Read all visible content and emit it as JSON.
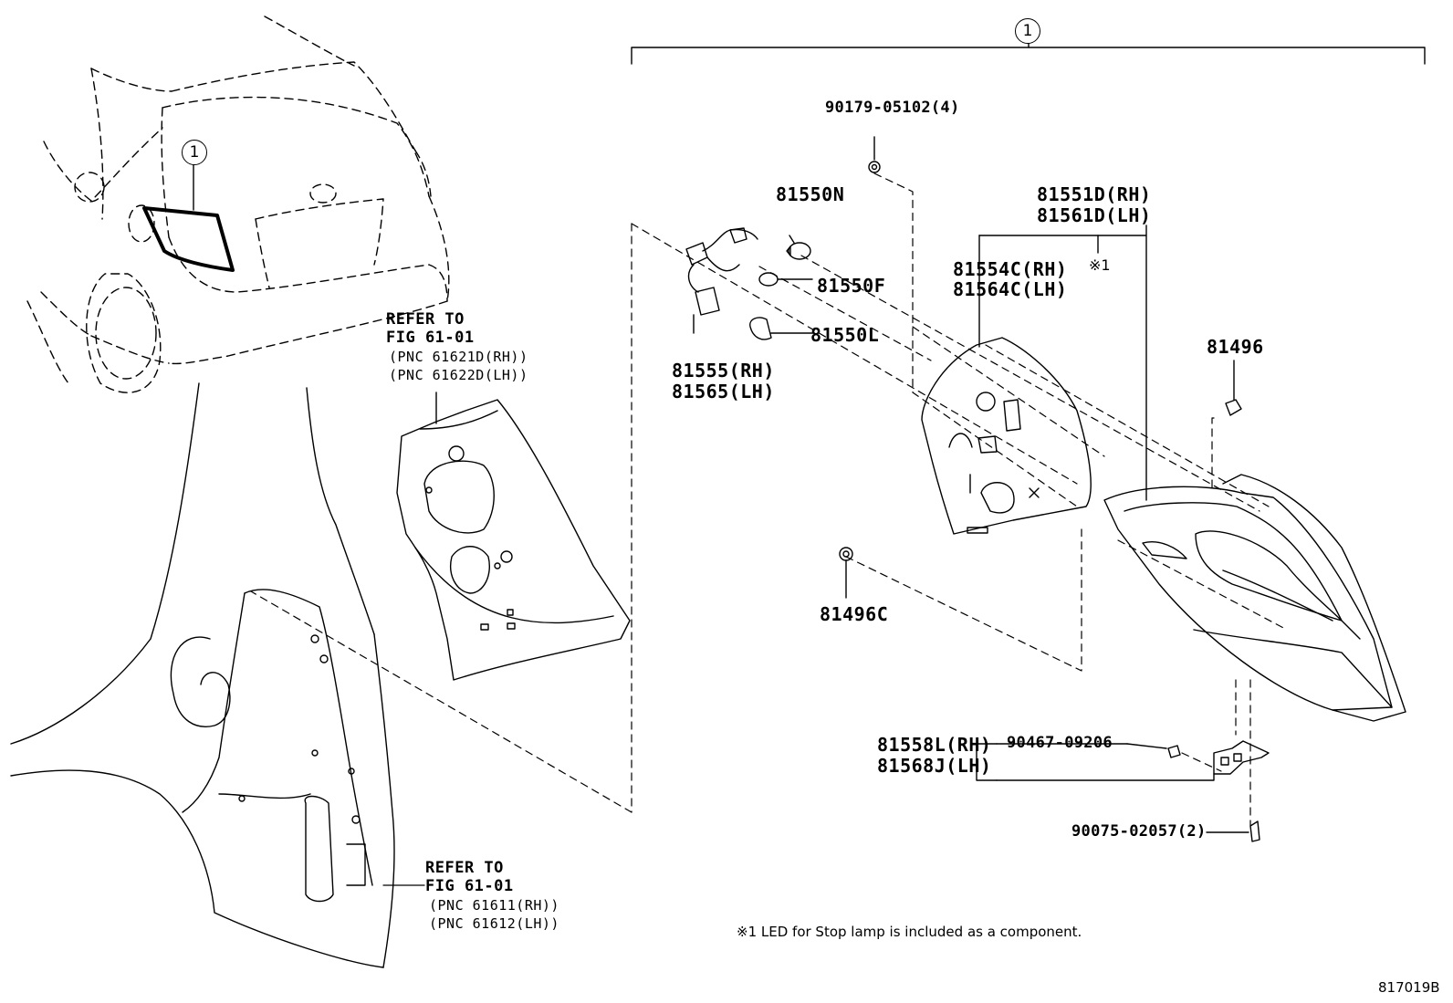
{
  "figure_code": "817019B",
  "assembly_marker": "1",
  "callout_marker": "※1",
  "footnote": "※1 LED for Stop lamp is included as a component.",
  "parts": {
    "bolt_top": "90179-05102(4)",
    "bulb_n": "81550N",
    "bulb_f": "81550F",
    "bulb_l": "81550L",
    "socket_rh": "81555(RH)",
    "socket_lh": "81565(LH)",
    "lamp_rh": "81551D(RH)",
    "lamp_lh": "81561D(LH)",
    "housing_rh": "81554C(RH)",
    "housing_lh": "81564C(LH)",
    "cushion": "81496",
    "cushion_c": "81496C",
    "bracket_rh": "81558L(RH)",
    "bracket_lh": "81568J(LH)",
    "screw_bracket": "90467-09206",
    "screw_bottom": "90075-02057(2)"
  },
  "refs": [
    {
      "title": "REFER TO",
      "fig": "FIG 61-01",
      "pnc_rh": "(PNC 61621D(RH))",
      "pnc_lh": "(PNC 61622D(LH))"
    },
    {
      "title": "REFER TO",
      "fig": "FIG 61-01",
      "pnc_rh": "(PNC 61611(RH))",
      "pnc_lh": "(PNC 61612(LH))"
    }
  ]
}
